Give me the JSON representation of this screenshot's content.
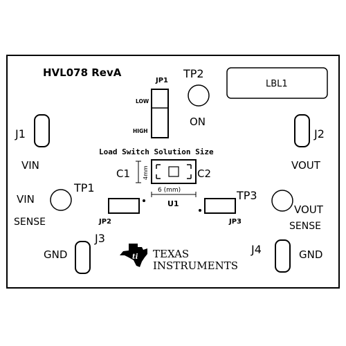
{
  "board": {
    "title": "HVL078 RevA",
    "label_box": "LBL1",
    "solution_caption": "Load Switch Solution Size",
    "dim_height": "4mm",
    "dim_width": "6 (mm)"
  },
  "jumpers": {
    "jp1": {
      "name": "JP1",
      "low": "LOW",
      "high": "HIGH"
    },
    "jp2": {
      "name": "JP2"
    },
    "jp3": {
      "name": "JP3"
    }
  },
  "test_points": {
    "tp1": {
      "name": "TP1"
    },
    "tp2": {
      "name": "TP2",
      "sub": "ON"
    },
    "tp3": {
      "name": "TP3"
    }
  },
  "connectors": {
    "j1": {
      "name": "J1",
      "signal": "VIN"
    },
    "j2": {
      "name": "J2",
      "signal": "VOUT"
    },
    "j3": {
      "name": "J3",
      "signal": "GND"
    },
    "j4": {
      "name": "J4",
      "signal": "GND"
    }
  },
  "parts": {
    "c1": "C1",
    "c2": "C2",
    "u1": "U1"
  },
  "sense_labels": {
    "vin_line1": "VIN",
    "vin_line2": "SENSE",
    "vout_line1": "VOUT",
    "vout_line2": "SENSE"
  },
  "logo": {
    "line1": "TEXAS",
    "line2": "INSTRUMENTS"
  }
}
